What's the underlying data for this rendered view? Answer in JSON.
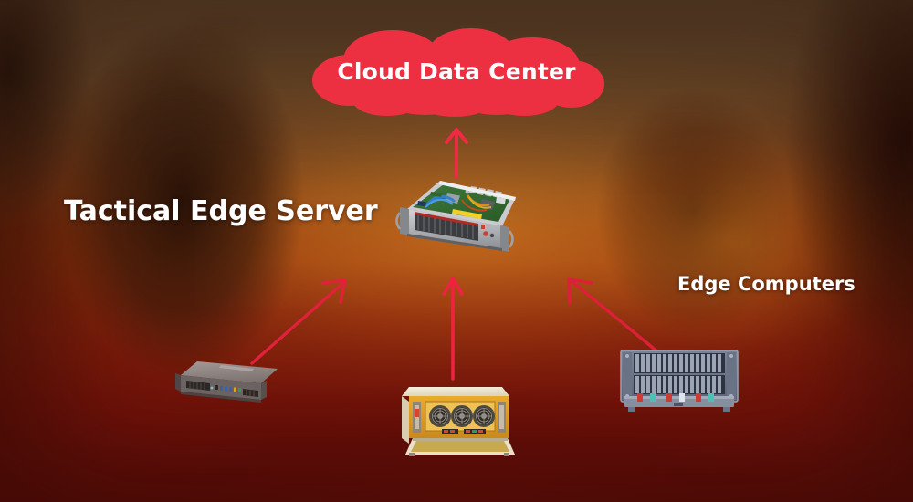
{
  "scene": {
    "title": "Tactical Edge Server",
    "background_description": "blurred warm orange and deep red battlefield scene"
  },
  "colors": {
    "cloud_fill": "#ED2F42",
    "arrow": "#E8253F",
    "label_text": "#FFFFFF",
    "background_warm": "#B45C18",
    "background_deep_red": "#7A120A",
    "background_dark_brown": "#3C2D16"
  },
  "cloud": {
    "label": "Cloud Data Center",
    "icon": "cloud-icon"
  },
  "labels": {
    "tactical_edge_server": "Tactical Edge Server",
    "edge_computers": "Edge Computers"
  },
  "devices": [
    {
      "id": "tactical-server",
      "name": "tactical-edge-server",
      "icon": "rackmount-server-open-icon",
      "description": "2U rackmount server with open lid showing green motherboard and colored cables"
    },
    {
      "id": "mini-pc",
      "name": "edge-computer-mini-pc",
      "icon": "mini-pc-icon",
      "description": "small grey mini PC with USB ports and side vents"
    },
    {
      "id": "rugged-chassis",
      "name": "edge-computer-rugged-chassis",
      "icon": "rugged-fan-chassis-icon",
      "description": "tan rugged rackmount chassis with three circular fan grilles and side handles"
    },
    {
      "id": "blade-rack",
      "name": "edge-computer-blade-rack",
      "icon": "blade-rack-icon",
      "description": "dark blue-grey rack chassis with two rows of blade slots and red and teal connectors"
    }
  ],
  "arrows": [
    {
      "id": "arrow-cloud",
      "name": "arrow-server-to-cloud",
      "direction": "up",
      "from": "tactical-edge-server",
      "to": "cloud-data-center"
    },
    {
      "id": "arrow-left",
      "name": "arrow-mini-pc-to-server",
      "direction": "up-right",
      "from": "edge-computer-mini-pc",
      "to": "tactical-edge-server"
    },
    {
      "id": "arrow-mid",
      "name": "arrow-rugged-chassis-to-server",
      "direction": "up",
      "from": "edge-computer-rugged-chassis",
      "to": "tactical-edge-server"
    },
    {
      "id": "arrow-right",
      "name": "arrow-blade-rack-to-server",
      "direction": "up-left",
      "from": "edge-computer-blade-rack",
      "to": "tactical-edge-server"
    }
  ]
}
